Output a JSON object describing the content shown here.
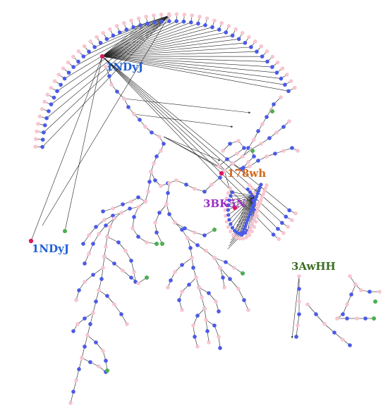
{
  "colors": {
    "blue_node": "#4a5ae8",
    "pink_node": "#f7c6cf",
    "green_node": "#4caf50",
    "red_node": "#d81b60",
    "edge": "#222222",
    "label_blue": "#1f5fd6",
    "label_orange": "#d2691e",
    "label_purple": "#9b2fc4",
    "label_green": "#3b6e22"
  },
  "labels": {
    "ndyj_top": "1NDyJ",
    "ndyj_bottom": "1NDyJ",
    "wh178": "178wh",
    "bk5n": "3BK5N",
    "awhh": "3AwHH"
  }
}
